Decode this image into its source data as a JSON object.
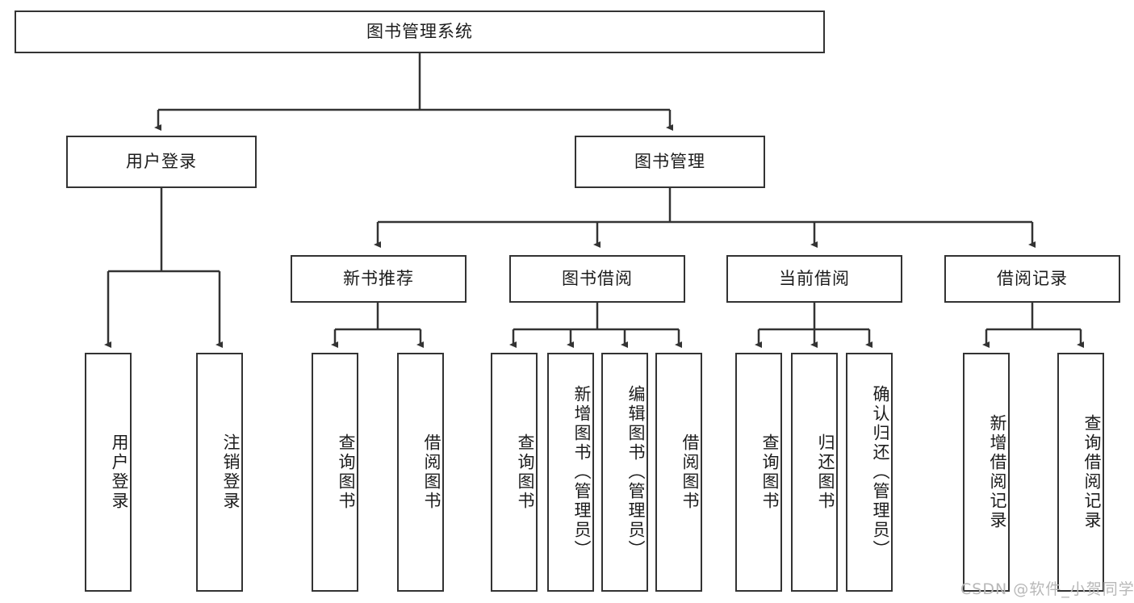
{
  "diagram": {
    "title": "图书管理系统",
    "type": "tree-hierarchy",
    "root": {
      "label": "图书管理系统"
    },
    "level2": [
      {
        "label": "用户登录"
      },
      {
        "label": "图书管理"
      }
    ],
    "level3": [
      {
        "label": "新书推荐"
      },
      {
        "label": "图书借阅"
      },
      {
        "label": "当前借阅"
      },
      {
        "label": "借阅记录"
      }
    ],
    "leaves": {
      "user_login": [
        {
          "label": "用户登录"
        },
        {
          "label": "注销登录"
        }
      ],
      "new_book_recommend": [
        {
          "label": "查询图书"
        },
        {
          "label": "借阅图书"
        }
      ],
      "book_borrow": [
        {
          "label": "查询图书"
        },
        {
          "label": "新增图书（管理员）"
        },
        {
          "label": "编辑图书（管理员）"
        },
        {
          "label": "借阅图书"
        }
      ],
      "current_borrow": [
        {
          "label": "查询图书"
        },
        {
          "label": "归还图书"
        },
        {
          "label": "确认归还（管理员）"
        }
      ],
      "borrow_record": [
        {
          "label": "新增借阅记录"
        },
        {
          "label": "查询借阅记录"
        }
      ]
    }
  },
  "watermark": {
    "text": "CSDN @软件_小贺同学"
  },
  "colors": {
    "stroke": "#333333",
    "background": "#ffffff",
    "text": "#1c1c1c",
    "watermark": "#b8b8b8"
  }
}
